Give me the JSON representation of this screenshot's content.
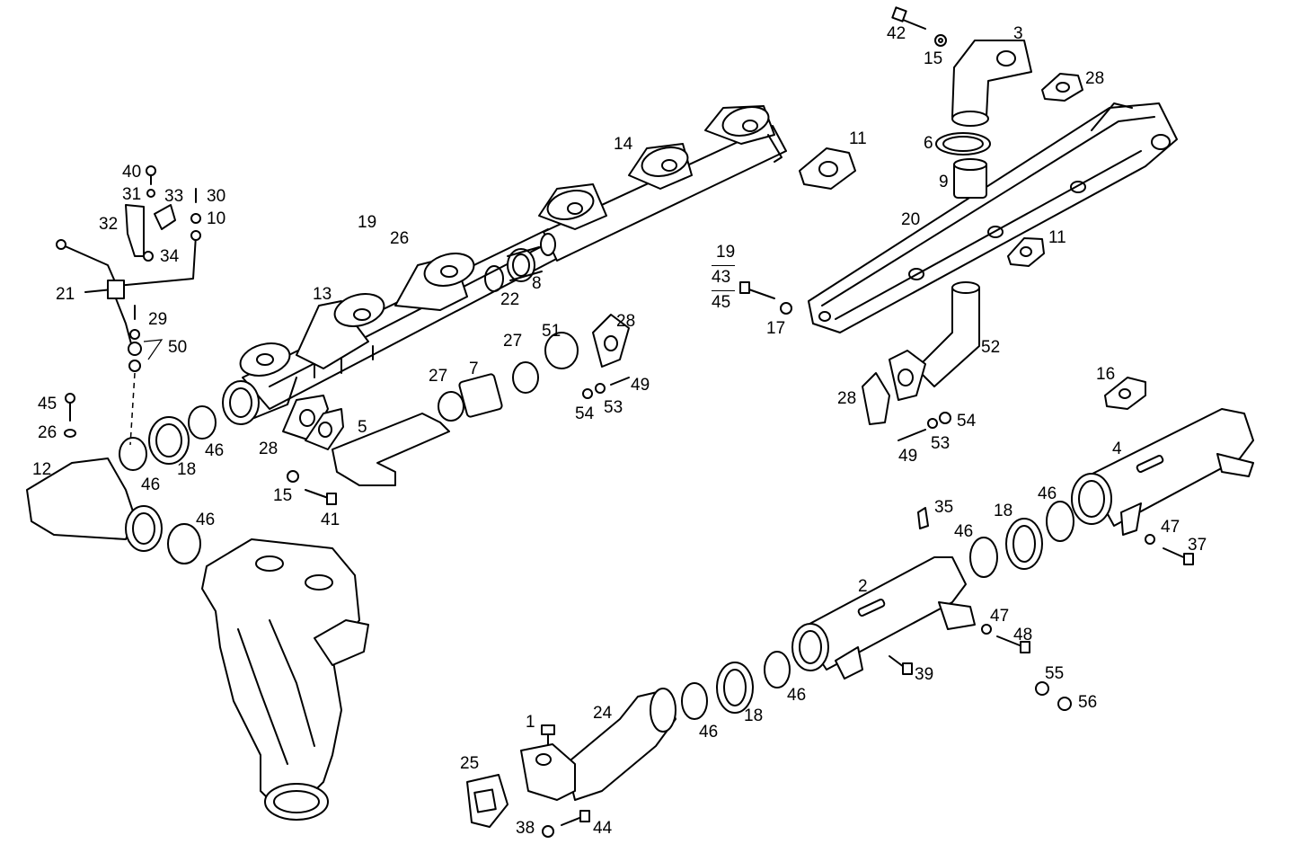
{
  "diagram": {
    "labels": [
      "42",
      "15",
      "3",
      "28",
      "6",
      "9",
      "20",
      "11",
      "11",
      "14",
      "40",
      "31",
      "33",
      "30",
      "32",
      "10",
      "34",
      "19",
      "26",
      "13",
      "22",
      "8",
      "21",
      "29",
      "50",
      "19",
      "43",
      "45",
      "17",
      "27",
      "51",
      "28",
      "52",
      "27",
      "7",
      "49",
      "54",
      "53",
      "45",
      "26",
      "28",
      "5",
      "46",
      "18",
      "46",
      "28",
      "54",
      "53",
      "49",
      "16",
      "4",
      "12",
      "15",
      "41",
      "46",
      "35",
      "46",
      "18",
      "46",
      "47",
      "37",
      "2",
      "47",
      "48",
      "55",
      "56",
      "39",
      "24",
      "18",
      "46",
      "46",
      "1",
      "25",
      "38",
      "44"
    ]
  }
}
